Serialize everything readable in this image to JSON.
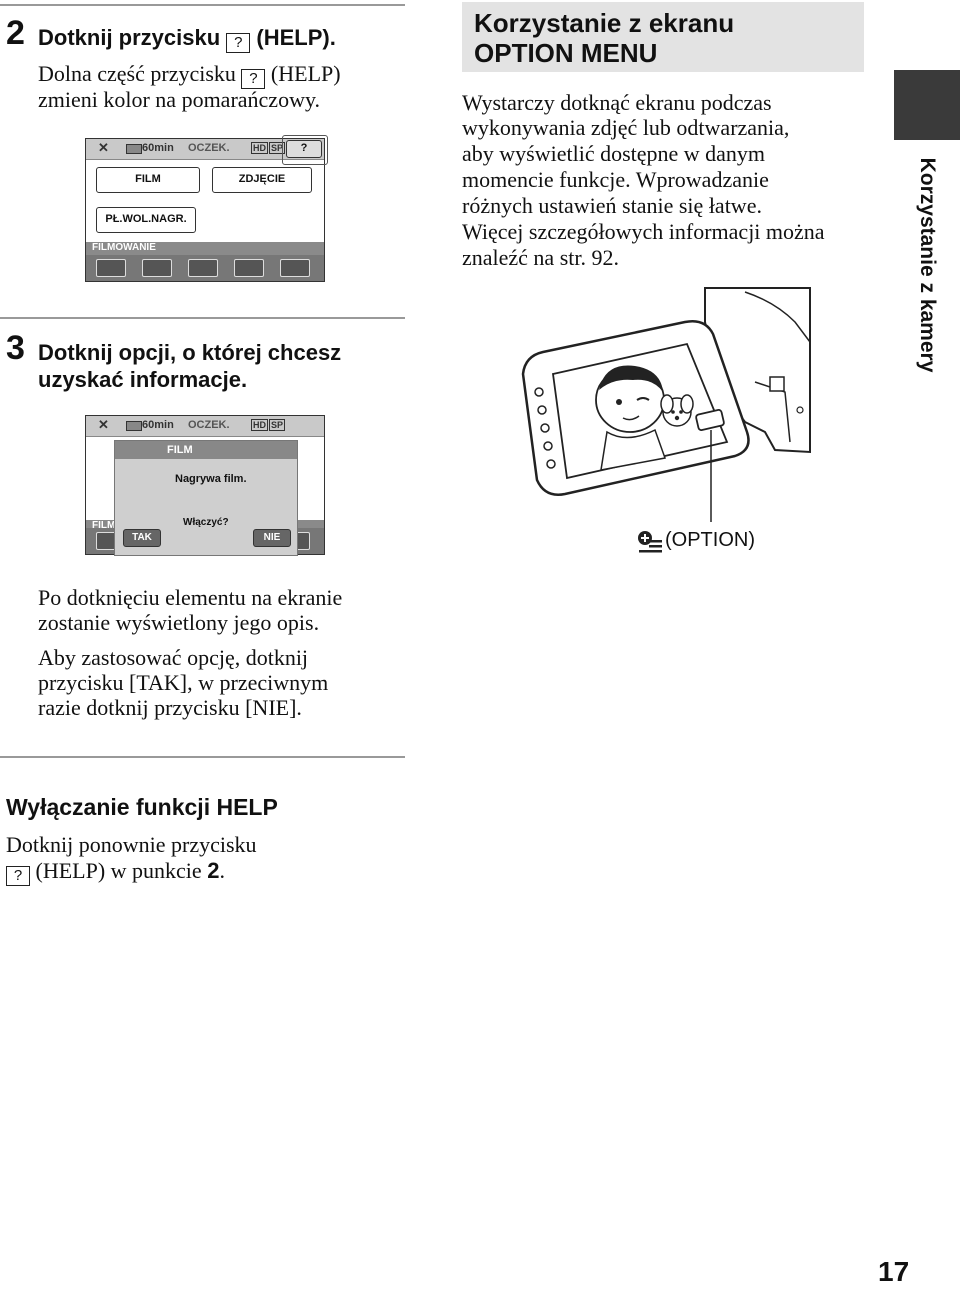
{
  "step2": {
    "number": "2",
    "title_pre": "Dotknij przycisku",
    "title_post": "(HELP).",
    "help_glyph": "?",
    "line1_pre": "Dolna część przycisku",
    "line1_post": "(HELP)",
    "line2": "zmieni kolor na pomarańczowy."
  },
  "screen1": {
    "close": "✕",
    "battery": "60min",
    "status": "OCZEK.",
    "hd": "HD",
    "sp": "SP",
    "help": "?",
    "btn_film": "FILM",
    "btn_photo": "ZDJĘCIE",
    "btn_rec": "PŁ.WOL.NAGR.",
    "section": "FILMOWANIE"
  },
  "step3": {
    "number": "3",
    "title_line1": "Dotknij opcji, o której chcesz",
    "title_line2": "uzyskać informacje."
  },
  "screen2": {
    "close": "✕",
    "battery": "60min",
    "status": "OCZEK.",
    "hd": "HD",
    "sp": "SP",
    "dialog_title": "FILM",
    "dialog_desc": "Nagrywa film.",
    "section_clip": "FILM",
    "question": "Włączyć?",
    "yes": "TAK",
    "no": "NIE"
  },
  "desc": {
    "p1_line1": "Po dotknięciu elementu na ekranie",
    "p1_line2": "zostanie wyświetlony jego opis.",
    "p2_line1": "Aby zastosować opcję, dotknij",
    "p2_line2": "przycisku [TAK], w przeciwnym",
    "p2_line3": "razie dotknij przycisku [NIE]."
  },
  "help_off": {
    "heading": "Wyłączanie funkcji HELP",
    "line1": "Dotknij ponownie przycisku",
    "line2_mid": "(HELP) w punkcie",
    "line2_num": "2",
    "line2_end": "."
  },
  "option_menu": {
    "heading_line1": "Korzystanie z ekranu",
    "heading_line2": "OPTION MENU",
    "lines": [
      "Wystarczy dotknąć ekranu podczas",
      "wykonywania zdjęć lub odtwarzania,",
      "aby wyświetlić dostępne w danym",
      "momencie funkcje. Wprowadzanie",
      "różnych ustawień stanie się łatwe.",
      "Więcej szczegółowych informacji można",
      "znaleźć na str. 92."
    ],
    "callout": "(OPTION)"
  },
  "side_tab": "Korzystanie z kamery",
  "page_number": "17"
}
